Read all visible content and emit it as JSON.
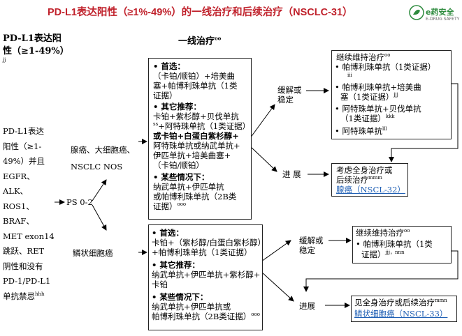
{
  "title": "PD-L1表达阳性（≥1%-49%）的一线治疗和后续治疗（NSCLC-31）",
  "logo": {
    "text": "e药安全",
    "sub": "E-DRUG SAFETY",
    "color": "#2e8b3e"
  },
  "header_left": {
    "line1": "PD-L1表达阳",
    "line2": "性（≥1-49%）",
    "note": "jj"
  },
  "first_line_header": {
    "text": "一线治疗",
    "note": "oo"
  },
  "left_criteria": [
    "PD-L1表达",
    "阳性（≥1-",
    "49%）并且",
    "EGFR、",
    "ALK、",
    "ROS1、",
    "BRAF、",
    "MET exon14",
    "跳跃、RET",
    "阴性和没有",
    "PD-1/PD-L1",
    "单抗禁忌"
  ],
  "left_criteria_note": "hhh",
  "ps": "PS 0-2",
  "histology": {
    "adeno_line1": "腺癌、大细胞癌、",
    "adeno_line2": "NSCLC NOS",
    "squamous": "鳞状细胞癌"
  },
  "nonsq_box": {
    "pref_label": "首选：",
    "pref_lines": [
      "（卡铂/顺铂）+培美曲",
      "塞+帕博利珠单抗（1类",
      "证据）"
    ],
    "other_label": "其它推荐：",
    "other_lines": [
      "卡铂+紫杉醇+贝伐单抗",
      "+阿特珠单抗（1类证据）",
      "或卡铂+白蛋白紫杉醇+",
      "阿特珠单抗或纳武单抗+",
      "伊匹单抗+培美曲塞+",
      "（卡铂/顺铂）"
    ],
    "other_note": "ss",
    "some_label": "某些情况下：",
    "some_lines": [
      "纳武单抗+伊匹单抗",
      "或帕博利珠单抗（2B类",
      "证据）"
    ],
    "some_note": "ooo"
  },
  "sq_box": {
    "pref_label": "首选：",
    "pref_lines": [
      "卡铂+（紫杉醇/白蛋白紫杉醇）",
      "+帕博利珠单抗（1类证据）"
    ],
    "other_label": "其它推荐：",
    "other_lines": [
      "纳武单抗+伊匹单抗+紫杉醇+",
      "卡铂"
    ],
    "some_label": "某些情况下：",
    "some_lines": [
      "纳武单抗+伊匹单抗或",
      "帕博利珠单抗（2B类证据）"
    ],
    "some_note": "ooo"
  },
  "response_top": {
    "line1": "缓解或",
    "line2": "稳定"
  },
  "progress_top": "进 展",
  "response_bottom": {
    "line1": "缓解或",
    "line2": "稳定"
  },
  "progress_bottom": "进展",
  "maint_top": {
    "title": "继续维持治疗",
    "title_note": "oo",
    "items": [
      {
        "lines": [
          "帕博利珠单抗（1类证据）"
        ],
        "note": "iii"
      },
      {
        "lines": [
          "帕博利珠单抗+培美曲",
          "塞（1类证据）"
        ],
        "note": "jjj"
      },
      {
        "lines": [
          "阿特珠单抗+贝伐单抗",
          "（1类证据）"
        ],
        "note": "kkk"
      },
      {
        "lines": [
          "阿特珠单抗"
        ],
        "note": "lll"
      }
    ]
  },
  "prog_top_box": {
    "line1": "考虑全身治疗或",
    "line2": "后续治疗",
    "note": "mmm",
    "link": "腺癌（NSCL-32）"
  },
  "maint_bottom": {
    "title": "继续维持治疗",
    "title_note": "oo",
    "item_lines": [
      "帕博利珠单抗（1类",
      "证据）"
    ],
    "item_note": "jjj，nnn"
  },
  "prog_bottom_box": {
    "line1": "见全身治疗或后续治疗",
    "note": "mmn",
    "link": "鳞状细胞癌（NSCL-33）"
  }
}
